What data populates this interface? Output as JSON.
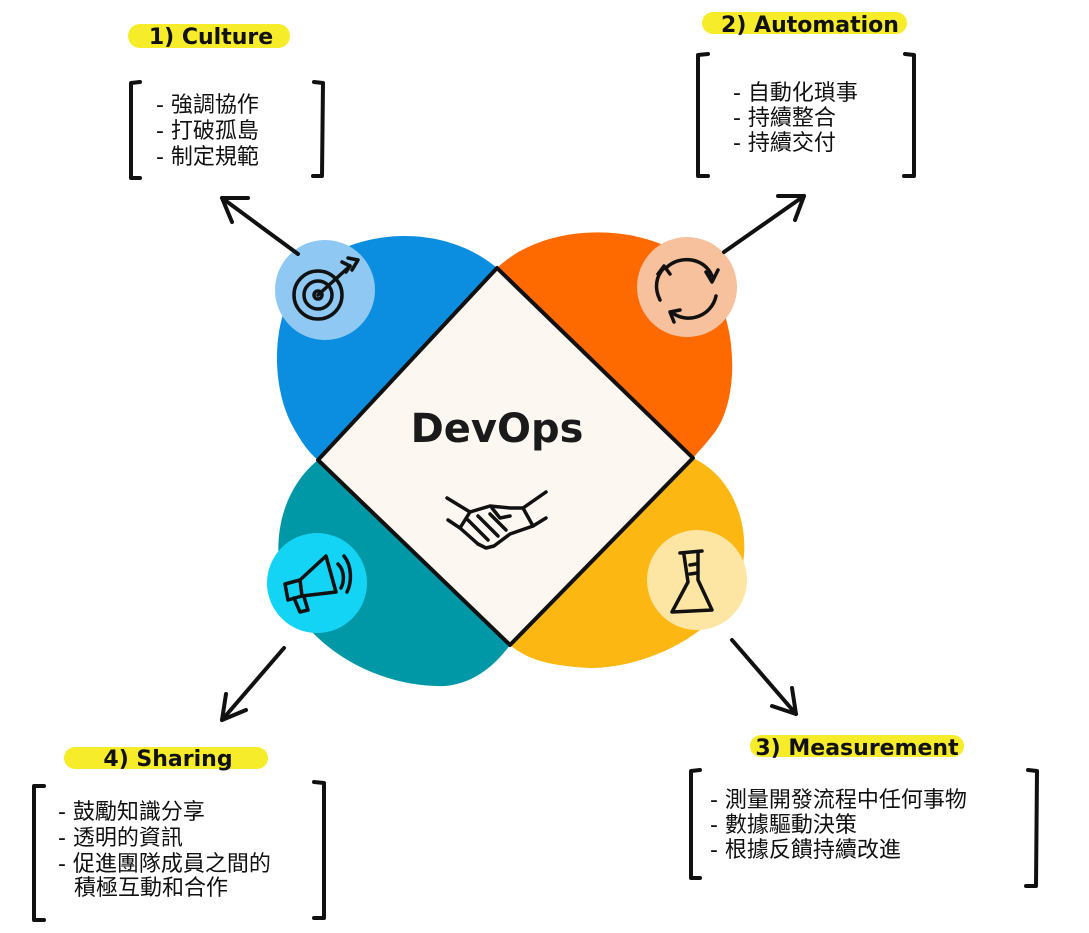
{
  "center": {
    "title": "DevOps",
    "icon": "handshake-icon"
  },
  "colors": {
    "culture": "#0c8ee0",
    "automation": "#ff6a00",
    "measurement": "#fdb713",
    "sharing": "#0097a7",
    "center": "#fcf8f1",
    "highlight": "#f6ec2a"
  },
  "sections": {
    "culture": {
      "title": "1) Culture",
      "icon": "target-icon",
      "items": [
        "- 強調協作",
        "- 打破孤島",
        "- 制定規範"
      ]
    },
    "automation": {
      "title": "2) Automation",
      "icon": "recycle-arrows-icon",
      "items": [
        "- 自動化瑣事",
        "- 持續整合",
        "- 持續交付"
      ]
    },
    "measurement": {
      "title": "3) Measurement",
      "icon": "flask-icon",
      "items": [
        "- 測量開發流程中任何事物",
        "- 數據驅動決策",
        "- 根據反饋持續改進"
      ]
    },
    "sharing": {
      "title": "4) Sharing",
      "icon": "megaphone-icon",
      "items": [
        "- 鼓勵知識分享",
        "- 透明的資訊",
        "- 促進團隊成員之間的",
        "積極互動和合作"
      ]
    }
  }
}
